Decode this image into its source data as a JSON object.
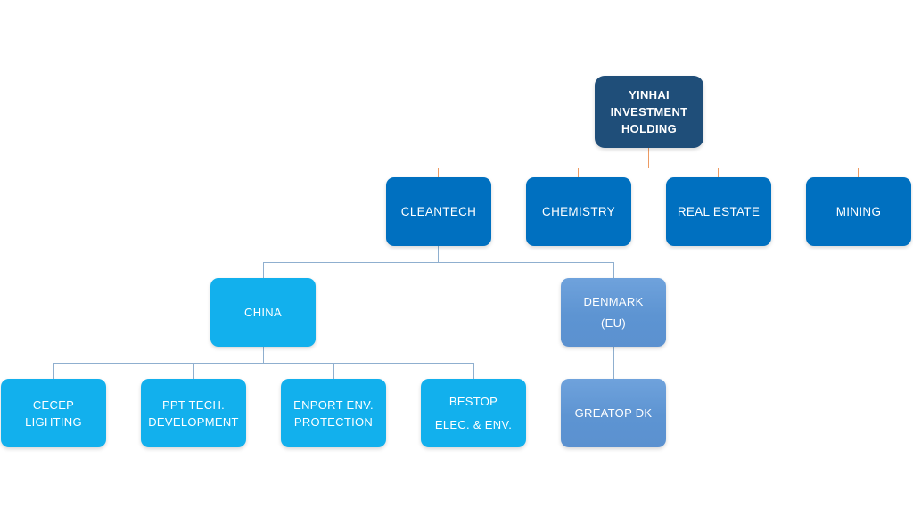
{
  "chart_data": {
    "type": "diagram",
    "title": "Yinhai Investment Holding organizational structure",
    "diagram_kind": "organizational-chart",
    "orientation": "top-down",
    "levels": 4,
    "colors": {
      "root": "#1F4E79",
      "division": "#0070C0",
      "china_branch": "#12B0ED",
      "denmark_branch": "#5D94D2",
      "connector_primary": "#ED9B63",
      "connector_secondary": "#8FAFCF",
      "background": "#FFFFFF",
      "label_text": "#FFFFFF"
    },
    "nodes": [
      {
        "id": "root",
        "label": "YINHAI INVESTMENT HOLDING",
        "lines": [
          "YINHAI",
          "INVESTMENT",
          "HOLDING"
        ],
        "level": 1,
        "parent": null,
        "style": "root"
      },
      {
        "id": "cleantech",
        "label": "CLEANTECH",
        "lines": [
          "CLEANTECH"
        ],
        "level": 2,
        "parent": "root",
        "style": "division"
      },
      {
        "id": "chemistry",
        "label": "CHEMISTRY",
        "lines": [
          "CHEMISTRY"
        ],
        "level": 2,
        "parent": "root",
        "style": "division"
      },
      {
        "id": "realestate",
        "label": "REAL ESTATE",
        "lines": [
          "REAL ESTATE"
        ],
        "level": 2,
        "parent": "root",
        "style": "division"
      },
      {
        "id": "mining",
        "label": "MINING",
        "lines": [
          "MINING"
        ],
        "level": 2,
        "parent": "root",
        "style": "division"
      },
      {
        "id": "china",
        "label": "CHINA",
        "lines": [
          "CHINA"
        ],
        "level": 3,
        "parent": "cleantech",
        "style": "cyan"
      },
      {
        "id": "denmark",
        "label": "DENMARK (EU)",
        "lines": [
          "DENMARK",
          "(EU)"
        ],
        "level": 3,
        "parent": "cleantech",
        "style": "steel"
      },
      {
        "id": "cecep",
        "label": "CECEP LIGHTING",
        "lines": [
          "CECEP",
          "LIGHTING"
        ],
        "level": 4,
        "parent": "china",
        "style": "cyan"
      },
      {
        "id": "ppt",
        "label": "PPT TECH. DEVELOPMENT",
        "lines": [
          "PPT TECH.",
          "DEVELOPMENT"
        ],
        "level": 4,
        "parent": "china",
        "style": "cyan"
      },
      {
        "id": "enport",
        "label": "ENPORT ENV. PROTECTION",
        "lines": [
          "ENPORT ENV.",
          "PROTECTION"
        ],
        "level": 4,
        "parent": "china",
        "style": "cyan"
      },
      {
        "id": "bestop",
        "label": "BESTOP ELEC. & ENV.",
        "lines": [
          "BESTOP",
          "ELEC. & ENV."
        ],
        "level": 4,
        "parent": "china",
        "style": "cyan"
      },
      {
        "id": "greatop",
        "label": "GREATOP DK",
        "lines": [
          "GREATOP DK"
        ],
        "level": 4,
        "parent": "denmark",
        "style": "steel"
      }
    ],
    "edges": [
      {
        "from": "root",
        "to": "cleantech",
        "color": "#ED9B63"
      },
      {
        "from": "root",
        "to": "chemistry",
        "color": "#ED9B63"
      },
      {
        "from": "root",
        "to": "realestate",
        "color": "#ED9B63"
      },
      {
        "from": "root",
        "to": "mining",
        "color": "#ED9B63"
      },
      {
        "from": "cleantech",
        "to": "china",
        "color": "#8FAFCF"
      },
      {
        "from": "cleantech",
        "to": "denmark",
        "color": "#8FAFCF"
      },
      {
        "from": "china",
        "to": "cecep",
        "color": "#8FAFCF"
      },
      {
        "from": "china",
        "to": "ppt",
        "color": "#8FAFCF"
      },
      {
        "from": "china",
        "to": "enport",
        "color": "#8FAFCF"
      },
      {
        "from": "china",
        "to": "bestop",
        "color": "#8FAFCF"
      },
      {
        "from": "denmark",
        "to": "greatop",
        "color": "#8FAFCF"
      }
    ]
  },
  "nodes": {
    "root": {
      "line1": "YINHAI",
      "line2": "INVESTMENT",
      "line3": "HOLDING"
    },
    "cleantech": {
      "line1": "CLEANTECH"
    },
    "chemistry": {
      "line1": "CHEMISTRY"
    },
    "realestate": {
      "line1": "REAL ESTATE"
    },
    "mining": {
      "line1": "MINING"
    },
    "china": {
      "line1": "CHINA"
    },
    "denmark": {
      "line1": "DENMARK",
      "line2": "(EU)"
    },
    "cecep": {
      "line1": "CECEP",
      "line2": "LIGHTING"
    },
    "ppt": {
      "line1": "PPT TECH.",
      "line2": "DEVELOPMENT"
    },
    "enport": {
      "line1": "ENPORT ENV.",
      "line2": "PROTECTION"
    },
    "bestop": {
      "line1": "BESTOP",
      "line2": "ELEC. & ENV."
    },
    "greatop": {
      "line1": "GREATOP DK"
    }
  }
}
